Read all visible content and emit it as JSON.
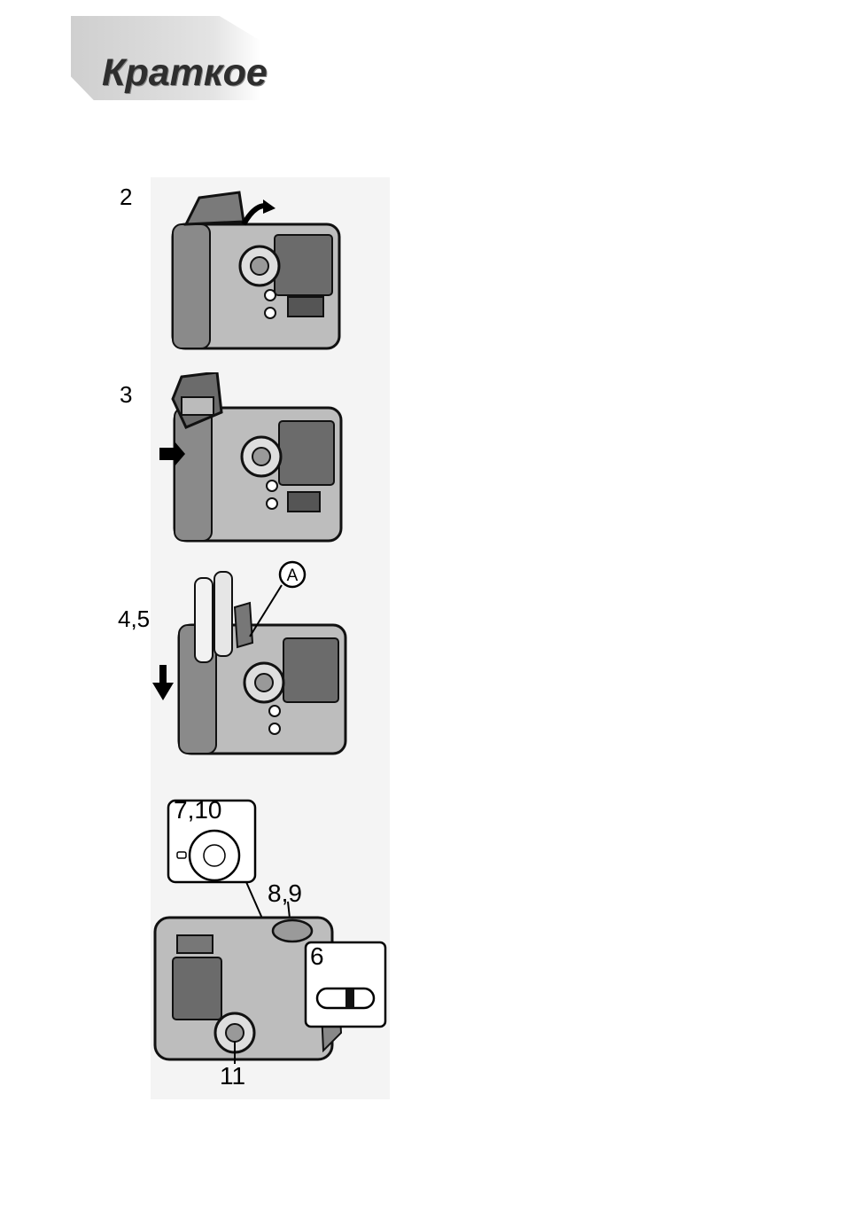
{
  "header": {
    "title": "Краткое"
  },
  "steps": [
    {
      "label": "2"
    },
    {
      "label": "3"
    },
    {
      "label": "4,5"
    },
    {
      "label": "7,10"
    },
    {
      "label": "8,9"
    },
    {
      "label": "6"
    },
    {
      "label": "11"
    }
  ],
  "callouts": {
    "marker_a": "A"
  },
  "icons": {
    "step2": "camera-lid-open-icon",
    "step3": "camera-battery-door-icon",
    "step45": "camera-battery-insert-icon",
    "step6": "camera-top-dial-icon"
  }
}
